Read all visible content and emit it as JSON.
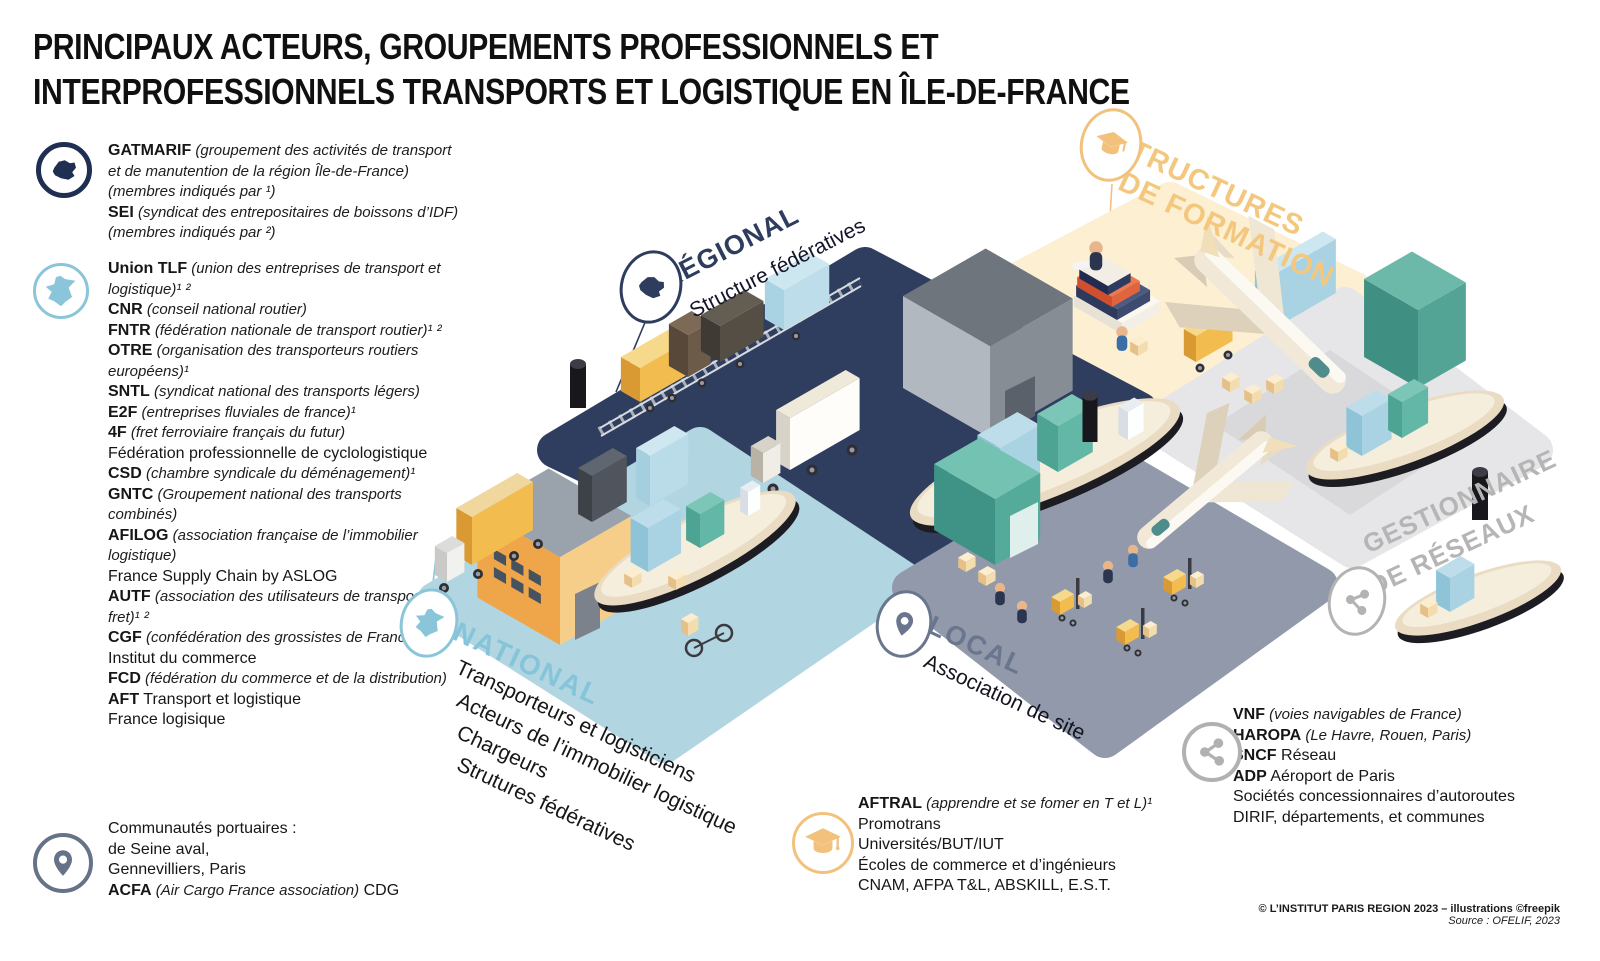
{
  "title": {
    "line1": "PRINCIPAUX ACTEURS, GROUPEMENTS PROFESSIONNELS ET",
    "line2": "INTERPROFESSIONNELS TRANSPORTS ET LOGISTIQUE EN ÎLE-DE-FRANCE"
  },
  "legend": {
    "regional_members": {
      "icon": "ile-de-france-map-icon",
      "items": [
        {
          "b": "GATMARIF",
          "i": "(groupement des activités de transport et de manutention de la région Île-de-France) (membres indiqués par ¹)"
        },
        {
          "b": "SEI",
          "i": "(syndicat des entrepositaires de boissons d’IDF) (membres indiqués par ²)"
        }
      ]
    },
    "national_organisations": {
      "icon": "france-map-icon",
      "items": [
        {
          "b": "Union TLF",
          "i": "(union des entreprises de transport et logistique)¹ ²"
        },
        {
          "b": "CNR",
          "i": "(conseil national routier)"
        },
        {
          "b": "FNTR",
          "i": "(fédération nationale de transport routier)¹ ²"
        },
        {
          "b": "OTRE",
          "i": "(organisation des transporteurs routiers européens)¹"
        },
        {
          "b": "SNTL",
          "i": "(syndicat national des transports légers)"
        },
        {
          "b": "E2F",
          "i": "(entreprises fluviales de france)¹"
        },
        {
          "b": "4F",
          "i": "(fret ferroviaire français du futur)"
        },
        {
          "p": "Fédération professionnelle de cyclologistique"
        },
        {
          "b": "CSD",
          "i": "(chambre syndicale du déménagement)¹"
        },
        {
          "b": "GNTC",
          "i": "(Groupement national des transports combinés)"
        },
        {
          "b": "AFILOG",
          "i": "(association française de l’immobilier logistique)"
        },
        {
          "p": "France Supply Chain by ASLOG"
        },
        {
          "b": "AUTF",
          "i": "(association des utilisateurs de transport de fret)¹ ²"
        },
        {
          "b": "CGF",
          "i": "(confédération des grossistes de France)¹ ²"
        },
        {
          "p": "Institut du commerce"
        },
        {
          "b": "FCD",
          "i": "(fédération du commerce et de la distribution)"
        },
        {
          "b": "AFT",
          "p": "Transport et logistique"
        },
        {
          "p": "France logisique"
        }
      ]
    },
    "local_ports": {
      "icon": "location-pin-icon",
      "items": [
        {
          "p": "Communautés portuaires :"
        },
        {
          "p": "de Seine aval,"
        },
        {
          "p": "Gennevilliers, Paris"
        },
        {
          "b": "ACFA",
          "i": "(Air Cargo France association)",
          "p": "CDG"
        }
      ]
    },
    "formation_structures": {
      "icon": "graduation-cap-icon",
      "items": [
        {
          "b": "AFTRAL",
          "i": "(apprendre et se fomer en T et L)¹"
        },
        {
          "p": "Promotrans"
        },
        {
          "p": "Universités/BUT/IUT"
        },
        {
          "p": "Écoles de commerce et d’ingénieurs"
        },
        {
          "p": "CNAM, AFPA T&L, ABSKILL, E.S.T."
        }
      ]
    },
    "network_managers": {
      "icon": "network-icon",
      "items": [
        {
          "b": "VNF",
          "i": "(voies navigables de France)"
        },
        {
          "b": "HAROPA",
          "i": "(Le Havre, Rouen, Paris)"
        },
        {
          "b": "SNCF",
          "p": "Réseau"
        },
        {
          "b": "ADP",
          "p": "Aéroport de Paris"
        },
        {
          "p": "Sociétés concessionnaires d’autoroutes"
        },
        {
          "p": "DIRIF, départements, et communes"
        }
      ]
    }
  },
  "zones": {
    "regional": {
      "title": "RÉGIONAL",
      "subtitle": "Structure fédératives",
      "color": "#2e3c5e"
    },
    "national": {
      "title": "NATIONAL",
      "color": "#85c4d9",
      "lines": [
        "Transporteurs et logisticiens",
        "Acteurs de l’immobilier logistique",
        "Chargeurs",
        "Strutures fédératives"
      ]
    },
    "local": {
      "title": "LOCAL",
      "subtitle": "Association de site",
      "color": "#6a768e"
    },
    "formation": {
      "line1": "STRUCTURES",
      "line2": "DE FORMATION",
      "color": "#f4c77e"
    },
    "reseaux": {
      "line1": "GESTIONNAIRE",
      "line2": "DE RÉSEAUX",
      "color": "#b5b5b5"
    }
  },
  "footer": {
    "credit": "© L’INSTITUT PARIS REGION 2023 – illustrations ©freepik",
    "source": "Source : OFELIF, 2023"
  },
  "colors": {
    "navy": "#2e3c5e",
    "national_blue": "#b2d5e2",
    "local_gray": "#9199ab",
    "formation_cream": "#fcefd2",
    "network_gray": "#e6e6e8",
    "accent_orange": "#f2c27d"
  }
}
